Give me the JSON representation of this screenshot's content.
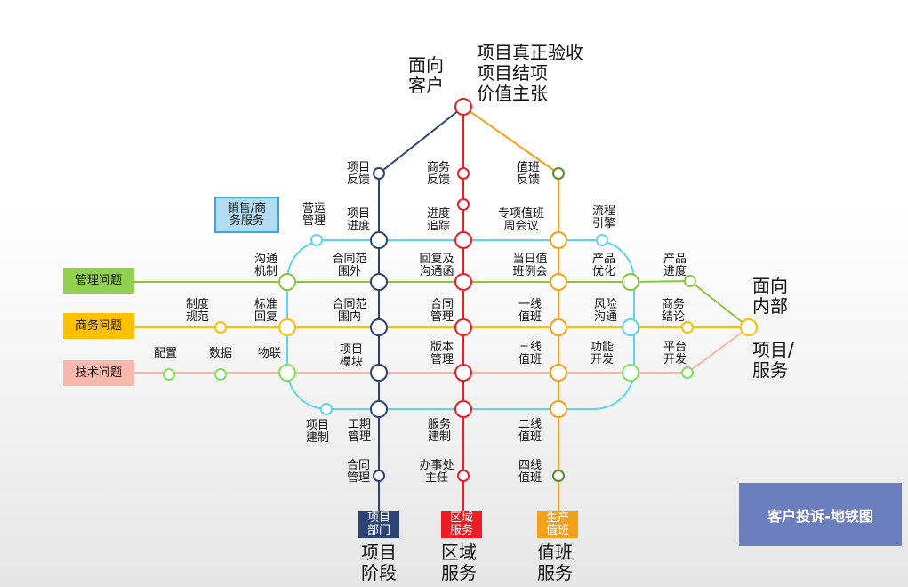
{
  "top": {
    "customer": [
      "面向",
      "客户"
    ],
    "value": [
      "项目真正验收",
      "项目结项",
      "价值主张"
    ]
  },
  "right": {
    "internal": [
      "面向",
      "内部"
    ],
    "project_service": [
      "项目/",
      "服务"
    ]
  },
  "bottom": {
    "project_stage": [
      "项目",
      "阶段"
    ],
    "region_service": [
      "区域",
      "服务"
    ],
    "duty_service": [
      "值班",
      "服务"
    ]
  },
  "line_labels": {
    "project_dept": [
      "项目",
      "部门"
    ],
    "region": [
      "区域",
      "服务"
    ],
    "duty": [
      "生产",
      "值班"
    ]
  },
  "left_boxes": {
    "sales": [
      "销售/商",
      "务服务"
    ],
    "management": "管理问题",
    "business": "商务问题",
    "tech": "技术问题"
  },
  "title": "客户投诉-地铁图",
  "stations": {
    "yunying": [
      "营运",
      "管理"
    ],
    "goutong": [
      "沟通",
      "机制"
    ],
    "zhidu": [
      "制度",
      "规范"
    ],
    "biaozhun": [
      "标准",
      "回复"
    ],
    "peizhi": "配置",
    "shuju": "数据",
    "wulian": "物联",
    "jianzhi": [
      "项目",
      "建制"
    ],
    "xm_fankui": [
      "项目",
      "反馈"
    ],
    "xm_jindu": [
      "项目",
      "进度"
    ],
    "htfw_wai": [
      "合同范",
      "围外"
    ],
    "htfw_nei": [
      "合同范",
      "围内"
    ],
    "xm_mokuai": [
      "项目",
      "模块"
    ],
    "gongqi": [
      "工期",
      "管理"
    ],
    "ht_guanli": [
      "合同",
      "管理"
    ],
    "sw_fankui": [
      "商务",
      "反馈"
    ],
    "jindu_zhuizong": [
      "进度",
      "追踪"
    ],
    "huifu": [
      "回复及",
      "沟通函"
    ],
    "hetong_guanli": [
      "合同",
      "管理"
    ],
    "banben": [
      "版本",
      "管理"
    ],
    "fuwu_jianzhi": [
      "服务",
      "建制"
    ],
    "banshichu": [
      "办事处",
      "主任"
    ],
    "zb_fankui": [
      "值班",
      "反馈"
    ],
    "zhuanxiang": [
      "专项值班",
      "周会议"
    ],
    "dangri": [
      "当日值",
      "班例会"
    ],
    "yixian": [
      "一线",
      "值班"
    ],
    "sanxian": [
      "三线",
      "值班"
    ],
    "erxian": [
      "二线",
      "值班"
    ],
    "sixian": [
      "四线",
      "值班"
    ],
    "liucheng": [
      "流程",
      "引擎"
    ],
    "chanpin_youhua": [
      "产品",
      "优化"
    ],
    "fengxian": [
      "风险",
      "沟通"
    ],
    "gongneng": [
      "功能",
      "开发"
    ],
    "chanpin_jindu": [
      "产品",
      "进度"
    ],
    "shangwu_jielun": [
      "商务",
      "结论"
    ],
    "pingtai": [
      "平台",
      "开发"
    ]
  },
  "colors": {
    "project_line": "#2d4373",
    "region_line": "#ee1c25",
    "duty_line": "#f5a01a",
    "loop_line": "#5fd4f2",
    "management_line": "#8cc63f",
    "business_line": "#ffc000",
    "tech_line": "#f4b6a9",
    "sales_box": "#b4dcf0",
    "management_box": "#92d050",
    "business_box": "#ffc000",
    "tech_box": "#f8b8ab",
    "title_box": "#6b7fbf"
  }
}
